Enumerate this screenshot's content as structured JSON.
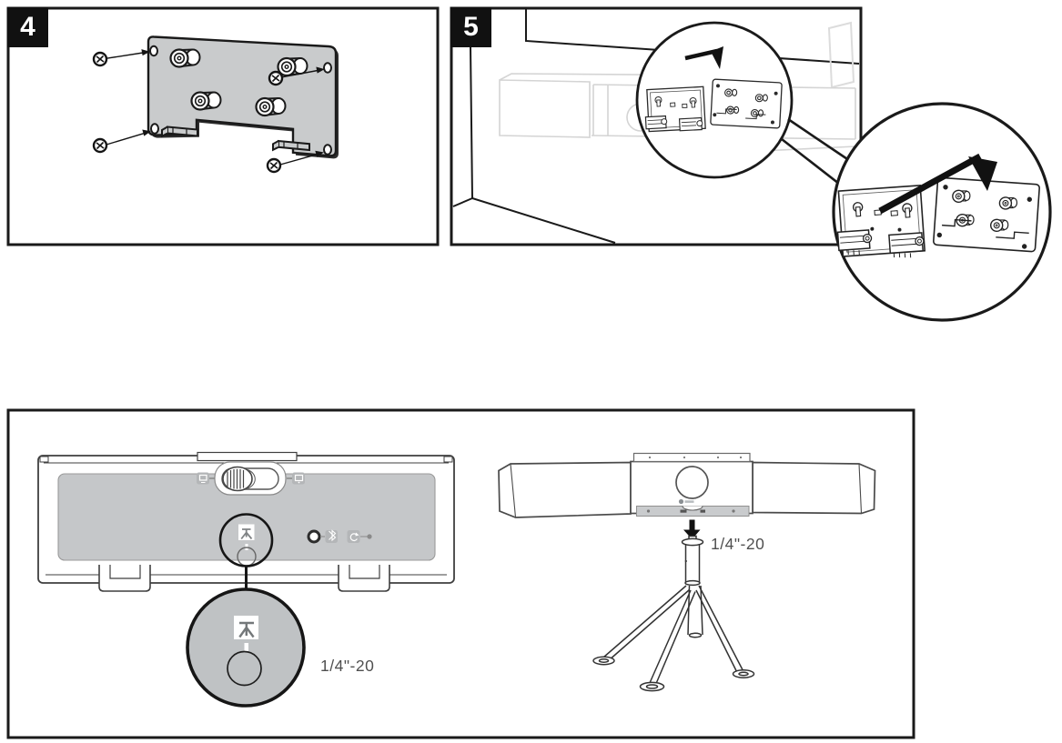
{
  "steps": [
    {
      "number": "4",
      "content": "wall-mount bracket with four standoff studs and four screws"
    },
    {
      "number": "5",
      "content": "bracket hooked onto device mount plate behind TV, with magnified detail callouts"
    }
  ],
  "labels": {
    "tripod_thread_back": "1/4\"-20",
    "tripod_thread_front": "1/4\"-20"
  },
  "icons": {
    "tripod_mount": "tripod glyph in white square",
    "bluetooth": "bluetooth rune on gray badge",
    "reset": "circular-arrow on gray badge with pinhole",
    "display_switch_left": "monitor badge at switch left",
    "signal_switch_right": "device badge at switch right",
    "poly_logo": "small Poly logo under camera lens"
  },
  "colors": {
    "outline": "#1a1a1a",
    "bracket_gray": "#c9cbcc",
    "device_panel_gray": "#c5c7c9",
    "callout_circle_gray": "#bfc2c4",
    "scene_light_gray": "#d4d4d4",
    "label_text": "#4f4f4f"
  }
}
